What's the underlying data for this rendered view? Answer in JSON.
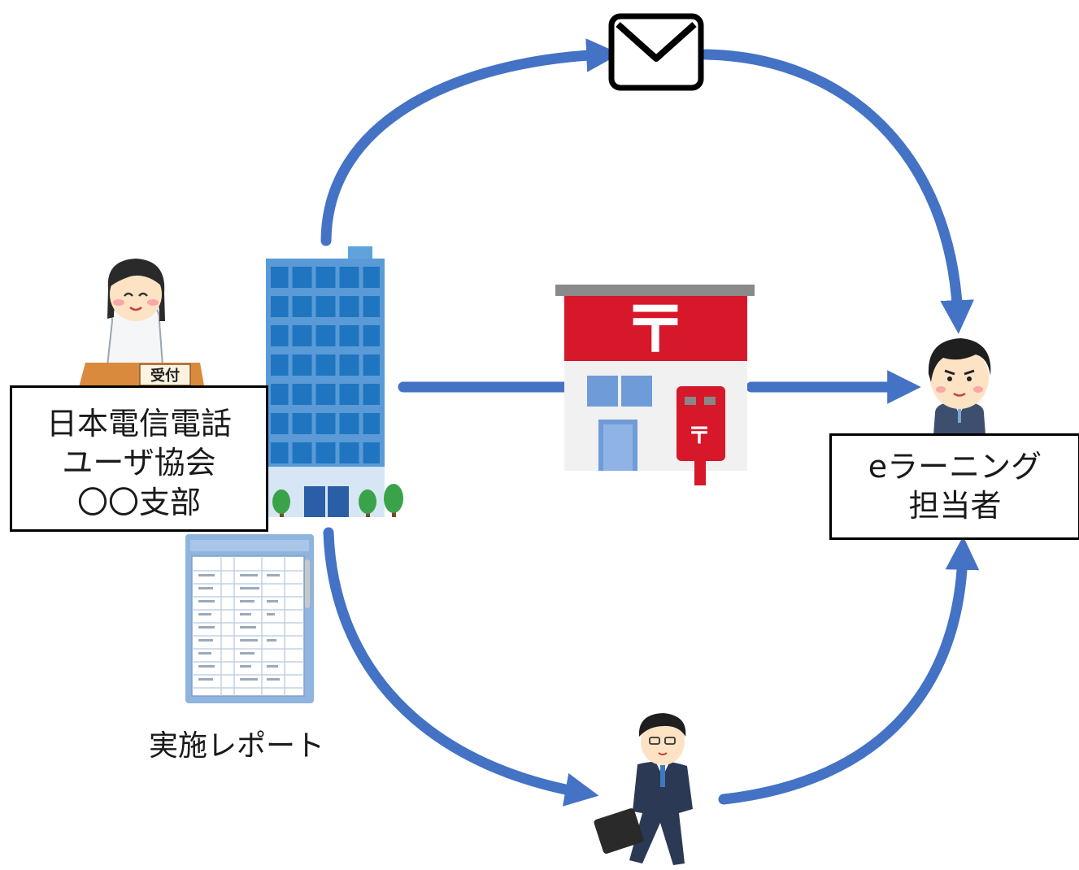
{
  "branch": {
    "lines": [
      "日本電信電話",
      "ユーザ協会",
      "〇〇支部"
    ],
    "reception_sign": "受付"
  },
  "staff": {
    "lines": [
      "eラーニング",
      "担当者"
    ]
  },
  "report": {
    "caption": "実施レポート"
  },
  "post_office_mark": "〒",
  "colors": {
    "arrow": "#4472c4",
    "building": "#2f86c8",
    "post_red": "#d7172a",
    "suit": "#2b3954"
  },
  "icons": [
    "receptionist-icon",
    "office-building-icon",
    "mail-envelope-icon",
    "post-office-icon",
    "postbox-icon",
    "staff-person-icon",
    "report-document-icon",
    "courier-businessman-icon"
  ]
}
